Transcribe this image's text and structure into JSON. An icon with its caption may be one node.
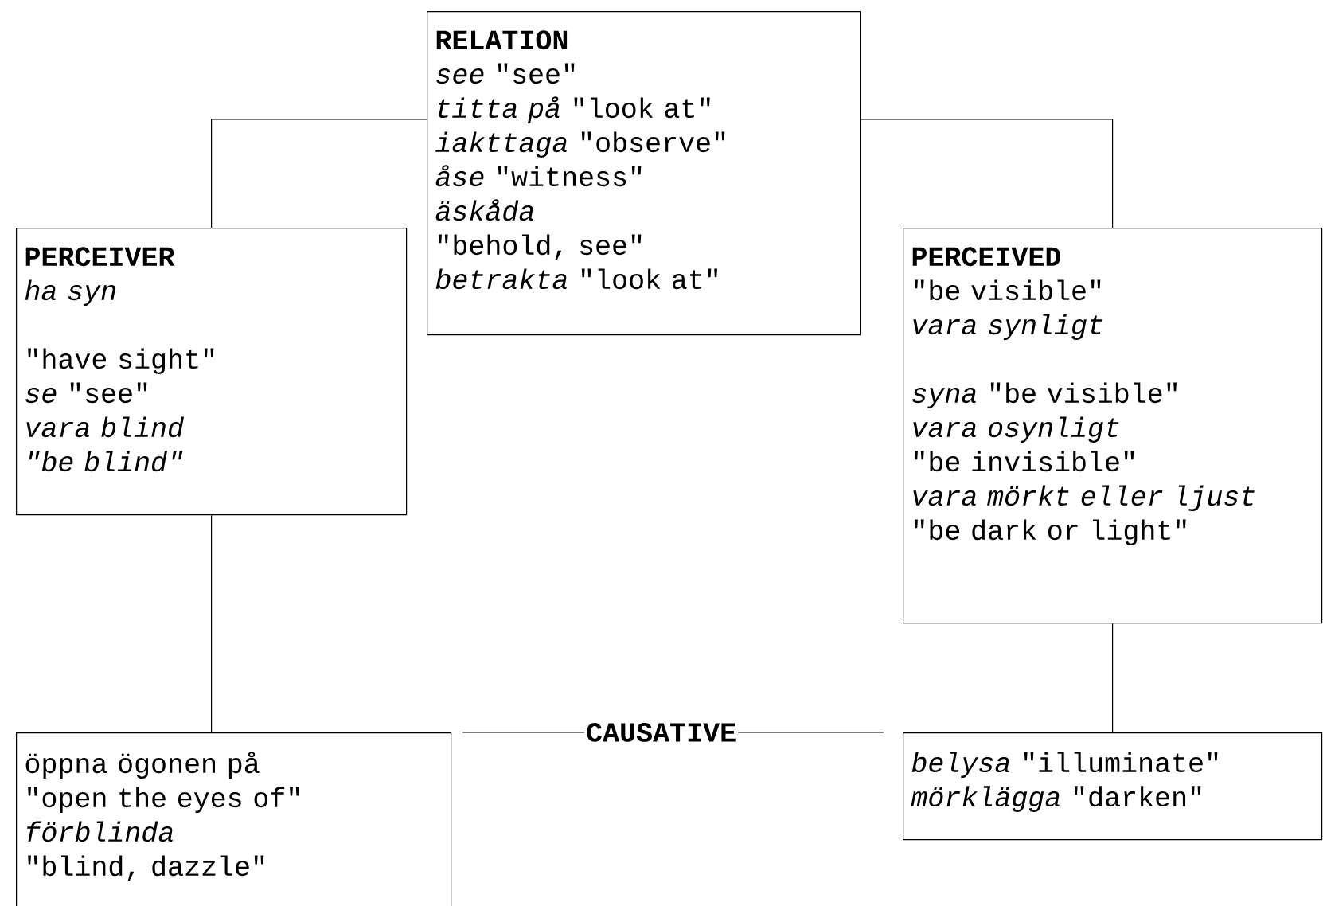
{
  "diagram": {
    "nodes": [
      {
        "text": [
          "**RELATION**",
          "*see* \"see\"",
          "*titta på* \"look at\"",
          "*iakttaga* \"observe\"",
          "*åse* \"witness\"",
          "*äskåda*",
          "\"behold, see\"",
          "*betrakta* \"look at\""
        ]
      },
      {
        "text": [
          "**PERCEIVER**",
          "*ha syn*",
          "\"have sight\"",
          "*se* \"see\"",
          "*vara blind*",
          "*\"be blind\"*"
        ]
      },
      {
        "text": [
          "**PERCEIVED**",
          "\"be visible\"",
          "*vara synligt*",
          "*syna* \"be visible\"",
          "*vara osynligt*",
          "\"be invisible\"",
          "*vara mörkt eller ljust*",
          "\"be dark or light\""
        ]
      },
      {
        "text": [
          "öppna ögonen på",
          "\"open the eyes of\"",
          "*förblinda*",
          "\"blind, dazzle\""
        ]
      },
      {
        "text": [
          "*belysa* \"illuminate\"",
          "*mörklägga* \"darken\""
        ]
      }
    ],
    "edges": [
      {
        "from": 0,
        "to": 1,
        "arrow": "none"
      },
      {
        "from": 0,
        "to": 2,
        "arrow": "none"
      },
      {
        "from": 1,
        "to": 3,
        "arrow": "none"
      },
      {
        "from": 2,
        "to": 4,
        "arrow": "none"
      },
      {
        "from": 3,
        "to": 4,
        "arrow": "none",
        "label": "**CAUSATIVE**"
      }
    ]
  }
}
